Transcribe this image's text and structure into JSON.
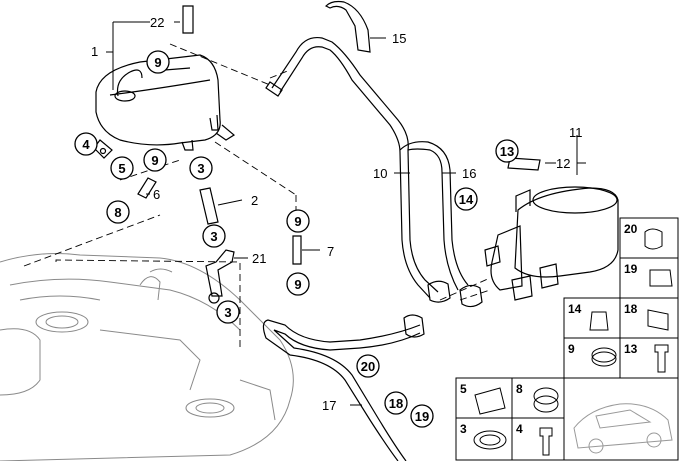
{
  "diagram": {
    "labels": {
      "l22": "22",
      "l1": "1",
      "l15": "15",
      "l11": "11",
      "l10": "10",
      "l16": "16",
      "l12": "12",
      "l2": "2",
      "l6": "6",
      "l7": "7",
      "l21": "21",
      "l17": "17"
    },
    "circled": {
      "c9a": "9",
      "c4": "4",
      "c5": "5",
      "c9b": "9",
      "c3a": "3",
      "c8": "8",
      "c3b": "3",
      "c3c": "3",
      "c9c": "9",
      "c9d": "9",
      "c13": "13",
      "c14": "14",
      "c20": "20",
      "c18": "18",
      "c19": "19"
    },
    "legend": {
      "r20": "20",
      "r19": "19",
      "r18": "18",
      "r14": "14",
      "r9": "9",
      "r13": "13",
      "r5": "5",
      "r8": "8",
      "r3": "3",
      "r4": "4"
    }
  }
}
